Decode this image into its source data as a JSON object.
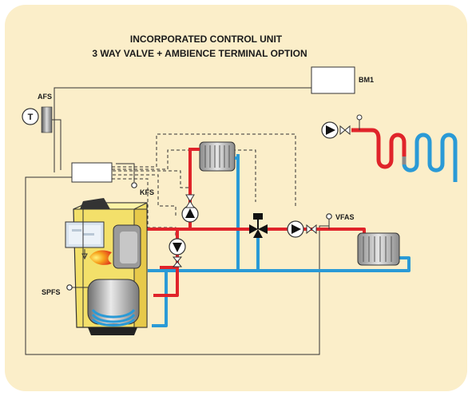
{
  "title": {
    "line1": "INCORPORATED CONTROL UNIT",
    "line2": "3 WAY VALVE + AMBIENCE TERMINAL OPTION"
  },
  "labels": {
    "bm1": "BM1",
    "afs": "AFS",
    "thermostat_symbol": "T",
    "kfs": "KFS",
    "vfas": "VFAS",
    "spfs": "SPFS"
  },
  "colors": {
    "background_panel": "#fbeec9",
    "hot_pipe": "#e0242a",
    "cold_pipe": "#2a9ad6",
    "boiler_body": "#f3e06a",
    "wire": "#333333"
  }
}
